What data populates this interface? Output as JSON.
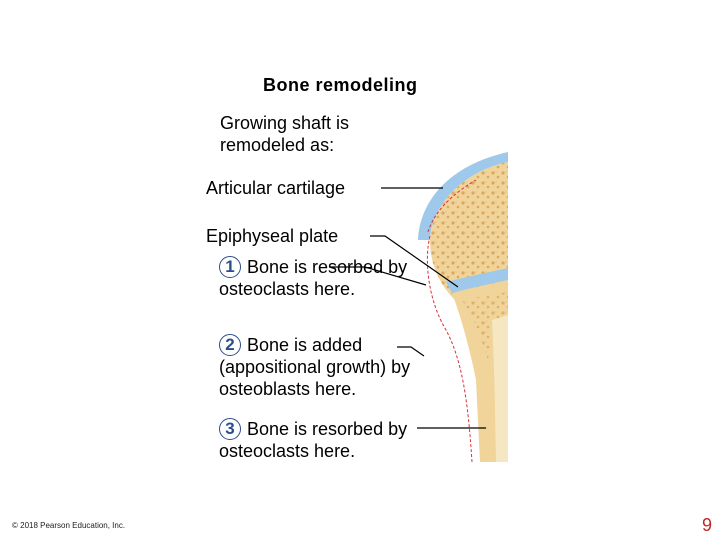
{
  "title": "Bone remodeling",
  "intro": "Growing shaft is remodeled as:",
  "labels": {
    "articular_cartilage": "Articular cartilage",
    "epiphyseal_plate": "Epiphyseal plate"
  },
  "steps": [
    {
      "num": "1",
      "text": "Bone is resorbed by osteoclasts here."
    },
    {
      "num": "2",
      "text": "Bone is added (appositional growth) by osteoblasts here."
    },
    {
      "num": "3",
      "text": "Bone is resorbed by osteoclasts here."
    }
  ],
  "footer": {
    "copyright": "© 2018 Pearson Education, Inc.",
    "page": "9"
  },
  "colors": {
    "cartilage": "#9fc9ea",
    "bone": "#f0d49a",
    "spongy": "#e2b56c",
    "marrow": "#f6e7c3",
    "resorption_line": "#d9303a",
    "step_number": "#2b4d8c",
    "page_number": "#c0282a"
  }
}
